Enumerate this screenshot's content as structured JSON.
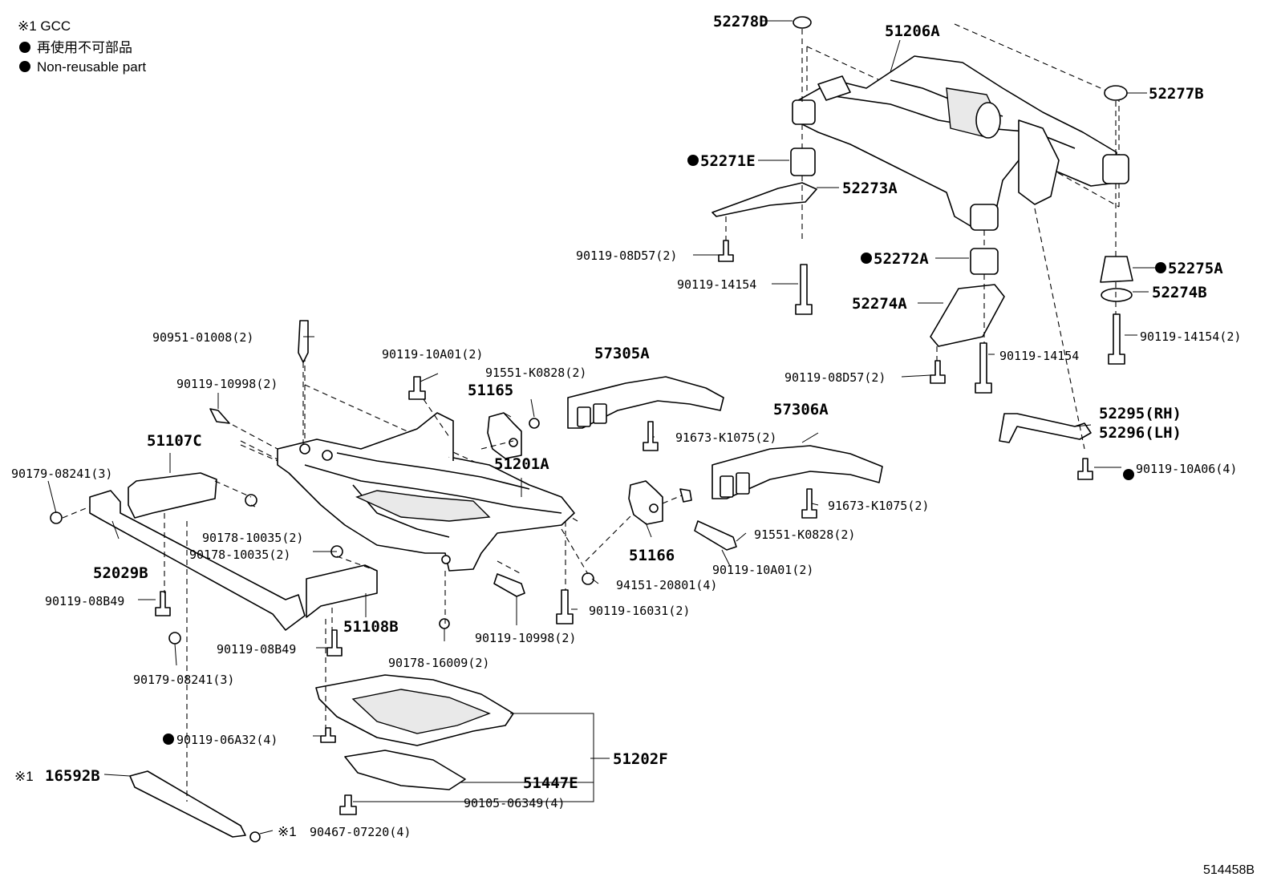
{
  "legend": {
    "gcc": "※1 GCC",
    "jp": "再使用不可部品",
    "en": "Non-reusable part"
  },
  "figure_code": "514458B",
  "labels": {
    "l52278D": "52278D",
    "l51206A": "51206A",
    "l52277B": "52277B",
    "l52271E": "52271E",
    "l52273A": "52273A",
    "l90119_08D57_a": "90119-08D57(2)",
    "l52272A": "52272A",
    "l52275A": "52275A",
    "l90119_14154_a": "90119-14154",
    "l52274B": "52274B",
    "l52274A": "52274A",
    "l90119_14154_2": "90119-14154(2)",
    "l90951": "90951-01008(2)",
    "l90119_10A01_a": "90119-10A01(2)",
    "l57305A": "57305A",
    "l90119_14154_b": "90119-14154",
    "l91551_a": "91551-K0828(2)",
    "l90119_08D57_b": "90119-08D57(2)",
    "l90119_10998_a": "90119-10998(2)",
    "l51165": "51165",
    "l57306A": "57306A",
    "l52295": "52295(RH)",
    "l52296": "52296(LH)",
    "l51107C": "51107C",
    "l91673_a": "91673-K1075(2)",
    "l90179_a": "90179-08241(3)",
    "l51201A": "51201A",
    "l90119_10A06": "90119-10A06(4)",
    "l91673_b": "91673-K1075(2)",
    "l90178_10035_a": "90178-10035(2)",
    "l91551_b": "91551-K0828(2)",
    "l90178_10035_b": "90178-10035(2)",
    "l51166": "51166",
    "l52029B": "52029B",
    "l90119_10A01_b": "90119-10A01(2)",
    "l94151": "94151-20801(4)",
    "l90119_08B49_a": "90119-08B49",
    "l51108B": "51108B",
    "l90119_16031": "90119-16031(2)",
    "l90119_10998_b": "90119-10998(2)",
    "l90119_08B49_b": "90119-08B49",
    "l90178_16009": "90178-16009(2)",
    "l90179_b": "90179-08241(3)",
    "l90119_06A32": "90119-06A32(4)",
    "l51202F": "51202F",
    "l16592B": "16592B",
    "l51447E": "51447E",
    "l90105": "90105-06349(4)",
    "l90467": "90467-07220(4)"
  },
  "marks": {
    "gcc_ref": "※1"
  }
}
